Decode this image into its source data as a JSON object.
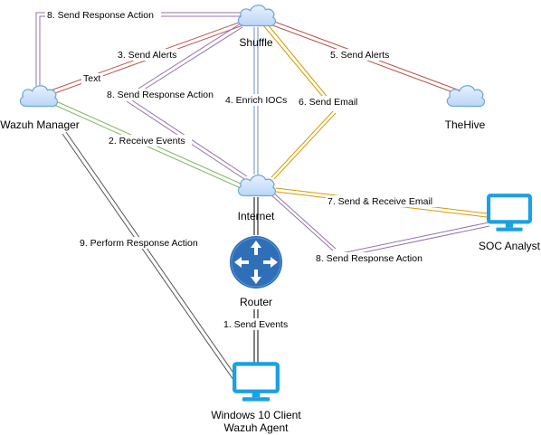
{
  "nodes": {
    "shuffle": "Shuffle",
    "wazuh_manager": "Wazuh Manager",
    "thehive": "TheHive",
    "internet": "Internet",
    "router": "Router",
    "soc_analyst": "SOC Analyst",
    "client_line1": "Windows 10 Client",
    "client_line2": "Wazuh Agent"
  },
  "edges": {
    "send_response_action_top": "8. Send Response Action",
    "send_alerts_3": "3. Send Alerts",
    "text": "Text",
    "send_response_action_mid": "8. Send Response Action",
    "enrich_iocs": "4. Enrich IOCs",
    "send_email": "6. Send Email",
    "send_alerts_5": "5. Send Alerts",
    "receive_events": "2. Receive Events",
    "send_receive_email": "7. Send & Receive Email",
    "perform_response_action": "9. Perform Response Action",
    "send_response_action_soc": "8. Send Response Action",
    "send_events": "1. Send Events"
  },
  "colors": {
    "cloud_fill": "#dae8fc",
    "cloud_stroke": "#6fa8dc",
    "router_fill": "#2e6db4",
    "monitor": "#1ba1e2",
    "edge_purple": "#9673a6",
    "edge_red": "#b85450",
    "edge_blue": "#6c8ebf",
    "edge_orange": "#d79b00",
    "edge_green": "#82b366",
    "edge_gray": "#555555",
    "edge_black": "#000000"
  },
  "icons": {
    "cloud": "cloud-icon",
    "router": "router-icon",
    "monitor": "monitor-icon"
  }
}
